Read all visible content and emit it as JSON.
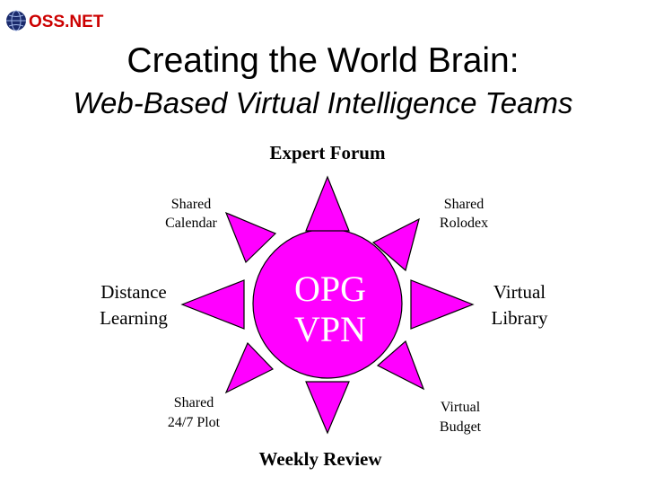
{
  "logo": {
    "text": "OSS.NET",
    "icon": "globe-icon"
  },
  "title": "Creating the World Brain:",
  "subtitle": "Web-Based Virtual Intelligence Teams",
  "center": {
    "line1": "OPG",
    "line2": "VPN"
  },
  "labels": {
    "expert_forum": "Expert Forum",
    "shared_calendar_1": "Shared",
    "shared_calendar_2": "Calendar",
    "shared_rolodex_1": "Shared",
    "shared_rolodex_2": "Rolodex",
    "distance_learning_1": "Distance",
    "distance_learning_2": "Learning",
    "virtual_library_1": "Virtual",
    "virtual_library_2": "Library",
    "shared_plot_1": "Shared",
    "shared_plot_2": "24/7 Plot",
    "virtual_budget_1": "Virtual",
    "virtual_budget_2": "Budget",
    "weekly_review": "Weekly Review"
  },
  "colors": {
    "fill": "#ff00ff",
    "stroke": "#000000",
    "logo_red": "#cc0000",
    "logo_navy": "#1a2a6c"
  }
}
